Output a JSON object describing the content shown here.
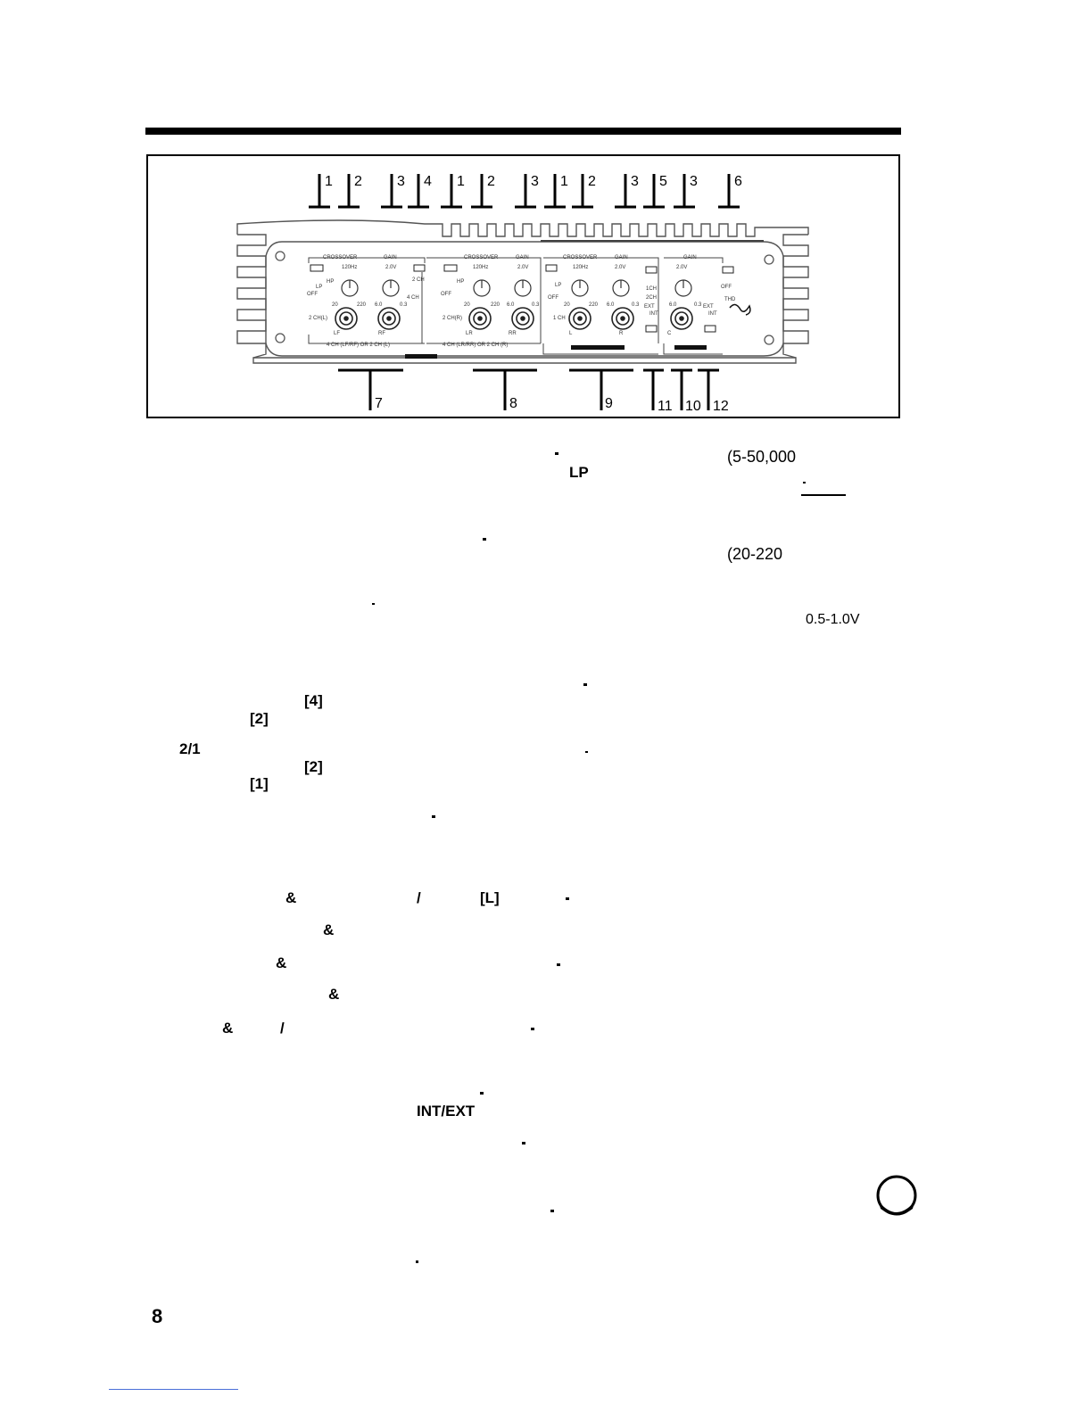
{
  "page_number": "8",
  "diagram": {
    "top_callouts": [
      "1",
      "2",
      "3",
      "4",
      "1",
      "2",
      "3",
      "1",
      "2",
      "3",
      "5",
      "3",
      "6"
    ],
    "bottom_callouts": [
      "7",
      "8",
      "9",
      "11",
      "10",
      "12"
    ],
    "panel": {
      "section1_header_a": "CROSSOVER",
      "section1_header_b": "GAIN",
      "section2_header_a": "CROSSOVER",
      "section2_header_b": "GAIN",
      "section3_header_a": "CROSSOVER",
      "section3_header_b": "GAIN",
      "section4_header": "GAIN",
      "freq_label": "120Hz",
      "volt_label": "2.0V",
      "lp": "LP",
      "hp": "HP",
      "off": "OFF",
      "ch2": "2 CH",
      "ch4": "4 CH",
      "ch1": "1CH",
      "ch2b": "2CH",
      "ext": "EXT",
      "int": "INT",
      "thd": "THD",
      "range_lo": "20",
      "range_hi": "220",
      "gain_lo": "6.0",
      "gain_hi": "0.3",
      "input_2chl": "2 CH(L)",
      "input_2chr": "2 CH(R)",
      "input_1ch": "1 CH",
      "lf": "LF",
      "rf": "RF",
      "lr": "LR",
      "rr": "RR",
      "l": "L",
      "r": "R",
      "c": "C",
      "bottom_label_1": "4 CH (LF/RF) OR 2 CH (L)",
      "bottom_label_2": "4 CH (LR/RR) OR 2 CH (R)"
    }
  },
  "text_fragments": {
    "f1": "(5-50,000",
    "f2": "LP",
    "f3": "(20-220",
    "f4": "0.5-1.0V",
    "f5": "[4]",
    "f6": "[2]",
    "f7": "2/1",
    "f8": "[2]",
    "f9": "[1]",
    "f10": "&",
    "f11": "/",
    "f12": "[L]",
    "f13": "&",
    "f14": "&",
    "f15": "&",
    "f16": "&",
    "f17": "/",
    "f18": "INT/EXT"
  }
}
